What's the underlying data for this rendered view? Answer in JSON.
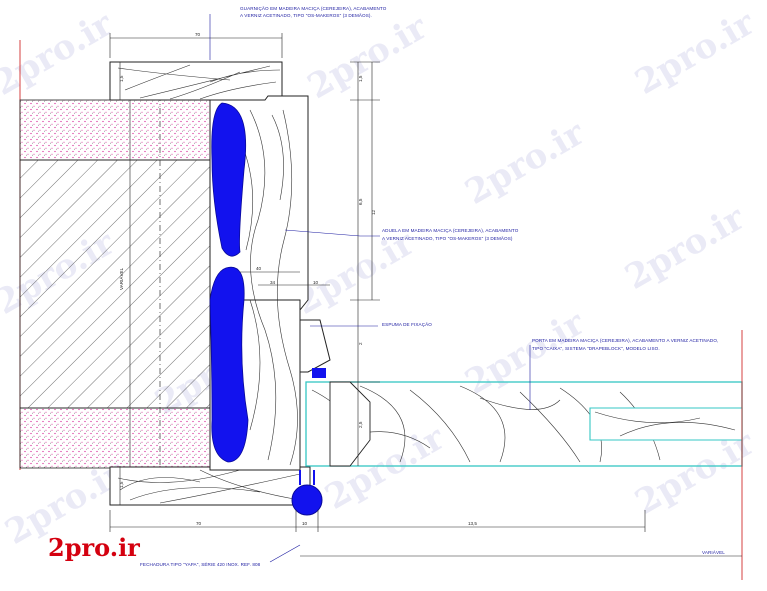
{
  "watermark": "2pro.ir",
  "brand_logo": "2pro.ir",
  "colors": {
    "line": "#1b1b1b",
    "glazing": "#1212ee",
    "annotation": "#1a1aa0",
    "brand": "#d4000f",
    "wall_dots": "#d10e8a",
    "door_outline": "#34c7c4",
    "section_mark": "#cc1111"
  },
  "annotations": {
    "top_note_line1": "GUARNIÇÃO EM MADEIRA MACIÇA (CEREJEIRA), ACABAMENTO",
    "top_note_line2": "A VERNIZ ACETINADO, TIPO \"OS-MAKEROS\" (3 DEMÃOS).",
    "jamb_note_line1": "ADUELA EM MADEIRA MACIÇA (CEREJEIRA), ACABAMENTO",
    "jamb_note_line2": "A VERNIZ ACETINADO, TIPO \"OS-MAKEROS\" (3 DEMÃOS)",
    "foam_note": "ESPUMA DE FIXAÇÃO",
    "door_note_line1": "PORTA EM MADEIRA MACIÇA (CEREJEIRA), ACABAMENTO A VERNIZ ACETINADO,",
    "door_note_line2": "TIPO \"CAIXA\", SISTEMA \"DRAPEBLOCK\", MODELO LISO.",
    "hinge_note": "FECHADURA TIPO \"YAPA\", SÉRIE 420 INOX. REF. 808",
    "section_label": "VARIÁVEL"
  },
  "dimensions": {
    "top_width": "70",
    "bottom_left": "70",
    "bottom_gap": "10",
    "bottom_span": "13,5",
    "right_top": "1,5",
    "right_mid": "6,5",
    "right_total": "12",
    "right_lower": "2",
    "right_bottom": "2,5",
    "wall_height": "VARIÁVEL",
    "left_top": "1,5",
    "left_bottom": "1,5",
    "mid_40": "40",
    "mid_34": "34",
    "mid_10": "10"
  }
}
